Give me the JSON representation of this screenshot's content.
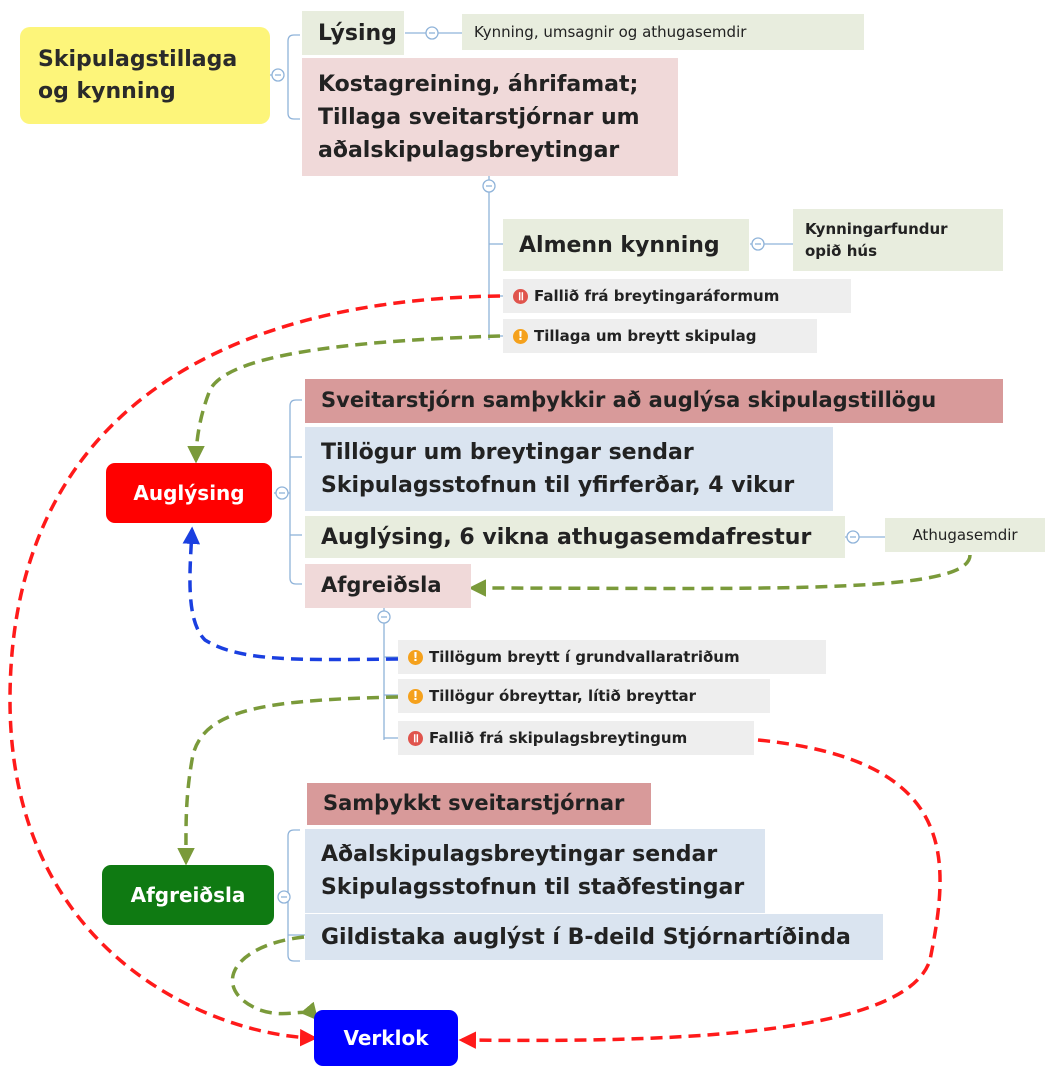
{
  "title_block": "Skipulagstillaga\nog kynning",
  "lysing": "Lýsing",
  "lysing_note": "Kynning, umsagnir og athugasemdir",
  "kostagreining": "Kostagreining, áhrifamat;\nTillaga sveitarstjórnar um\naðalskipulagsbreytingar",
  "almenn_kynning": "Almenn kynning",
  "kynningarfundur": "Kynningarfundur\nopið hús",
  "options_1": [
    {
      "icon": "pause-icon",
      "label": "Fallið frá breytingaráformum"
    },
    {
      "icon": "warning-icon",
      "label": "Tillaga um breytt skipulag"
    }
  ],
  "auglysing_pill": "Auglýsing",
  "samthykkir": "Sveitarstjórn samþykkir að auglýsa skipulagstillögu",
  "tillogur_sendar": "Tillögur um breytingar sendar\nSkipulagsstofnun til yfirferðar, 4 vikur",
  "auglysing_6": "Auglýsing, 6 vikna athugasemdafrestur",
  "athugasemdir": "Athugasemdir",
  "afgreidsla_node": "Afgreiðsla",
  "options_2": [
    {
      "icon": "warning-icon",
      "label": "Tillögum breytt í grundvallaratriðum"
    },
    {
      "icon": "warning-icon",
      "label": "Tillögur óbreyttar, lítið breyttar"
    },
    {
      "icon": "pause-icon",
      "label": "Fallið frá skipulagsbreytingum"
    }
  ],
  "samthykkt": "Samþykkt sveitarstjórnar",
  "adalskipulag_sendar": "Aðalskipulagsbreytingar sendar\nSkipulagsstofnun til staðfestingar",
  "gildistaka": "Gildistaka auglýst í B-deild Stjórnartíðinda",
  "afgreidsla_pill": "Afgreiðsla",
  "verklok_pill": "Verklok",
  "colors": {
    "red_pill": "#ff0000",
    "green_pill": "#0f7a12",
    "blue_pill": "#0000ff",
    "red_arrow": "#ff1a1a",
    "green_arrow": "#7a9a3a",
    "blue_arrow": "#1a3fe0"
  }
}
